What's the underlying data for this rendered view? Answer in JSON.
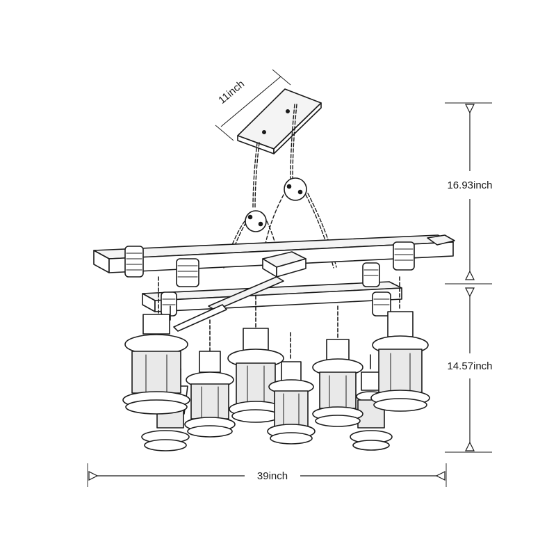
{
  "dimensions": {
    "canopy_width": "11inch",
    "upper_height": "16.93inch",
    "lower_height": "14.57inch",
    "overall_width": "39inch"
  },
  "colors": {
    "line": "#1a1a1a",
    "paper": "#ffffff",
    "glass_shade": "#e9e9e9",
    "wood_shade": "#f4f4f4"
  },
  "icons": {
    "dimension_arrow": "triangle-arrowhead"
  }
}
